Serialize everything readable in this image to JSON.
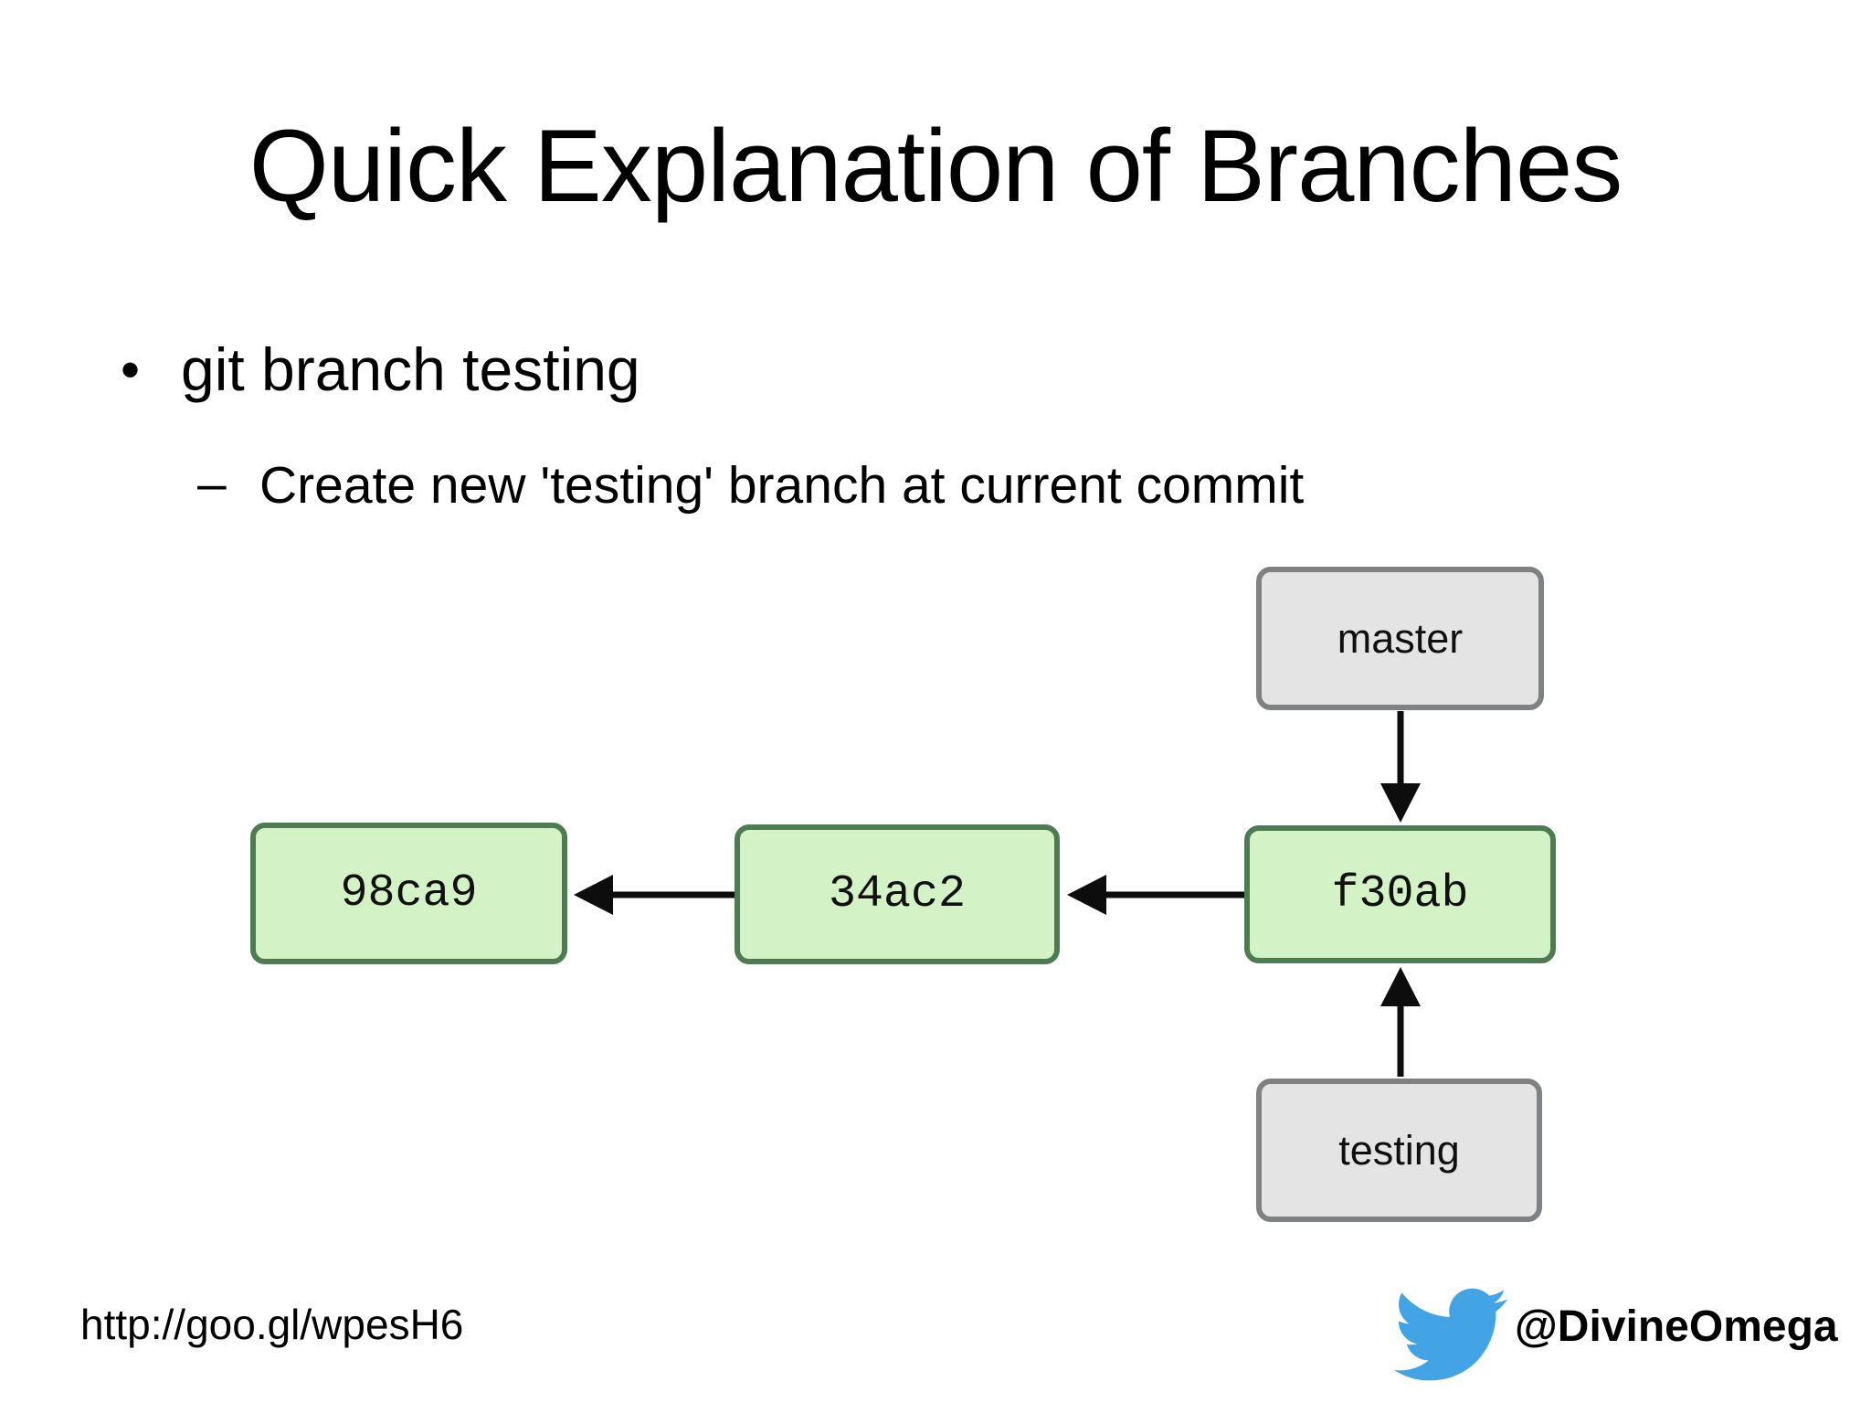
{
  "slide": {
    "title": "Quick Explanation of Branches",
    "bullet": {
      "marker": "•",
      "text": "git branch testing"
    },
    "sub_bullet": {
      "marker": "–",
      "text": "Create new 'testing' branch at current commit"
    }
  },
  "diagram": {
    "nodes": {
      "commit_98ca9": "98ca9",
      "commit_34ac2": "34ac2",
      "commit_f30ab": "f30ab",
      "branch_master": "master",
      "branch_testing": "testing"
    },
    "edges": [
      {
        "from": "34ac2",
        "to": "98ca9",
        "direction": "left"
      },
      {
        "from": "f30ab",
        "to": "34ac2",
        "direction": "left"
      },
      {
        "from": "master",
        "to": "f30ab",
        "direction": "down"
      },
      {
        "from": "testing",
        "to": "f30ab",
        "direction": "up"
      }
    ],
    "colors": {
      "commit_fill": "#d3f2c6",
      "commit_border": "#4e7b52",
      "branch_fill": "#e3e4e3",
      "branch_border": "#7f8183",
      "arrow": "#0d0d0d"
    }
  },
  "footer": {
    "link": "http://goo.gl/wpesH6",
    "twitter_handle": "@DivineOmega",
    "twitter_blue": "#42a4e4"
  }
}
